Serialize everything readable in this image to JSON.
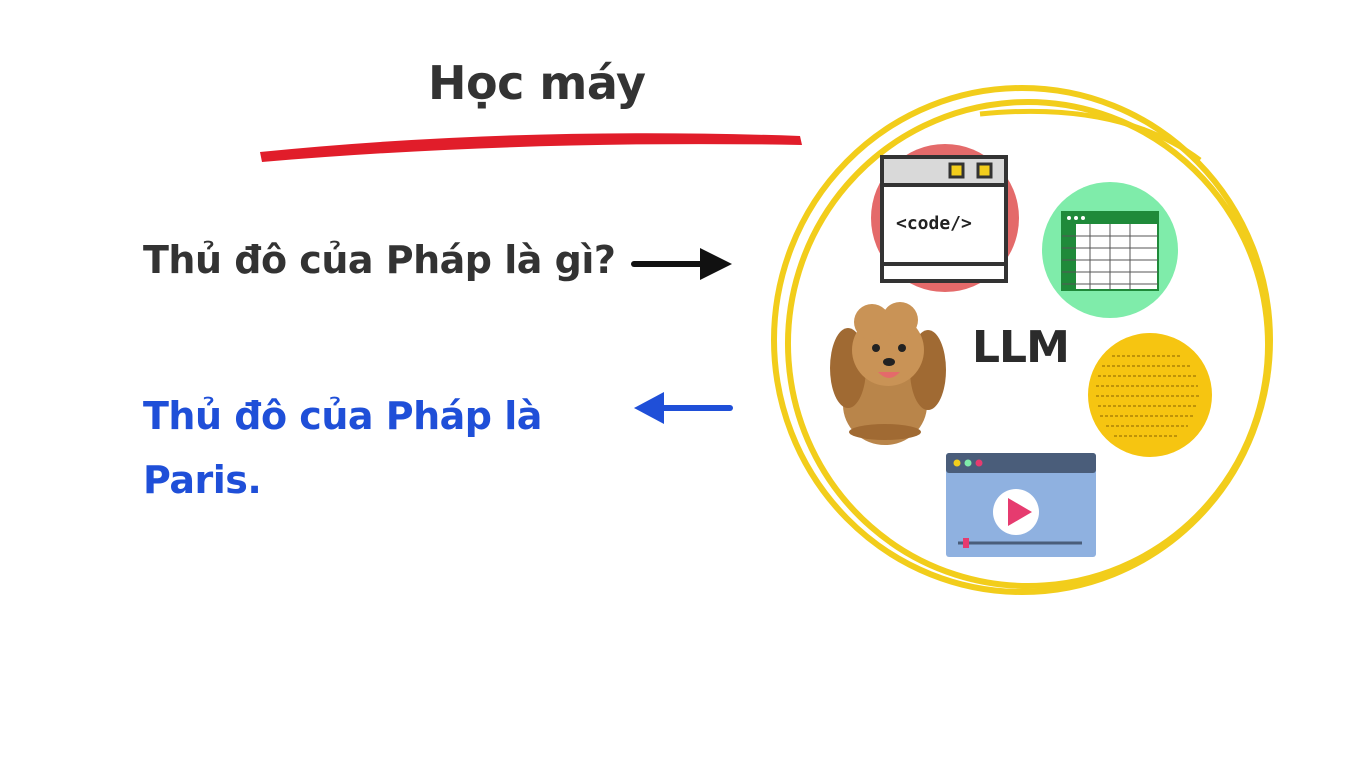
{
  "title": "Học máy",
  "question": "Thủ đô của Pháp là gì?",
  "answer": "Thủ đô của Pháp là Paris.",
  "model_label": "LLM",
  "code_icon_text": "<code/>",
  "icons": {
    "code": "code-window-icon",
    "spreadsheet": "spreadsheet-icon",
    "dog": "dog-photo",
    "notes": "handwritten-notes-icon",
    "video": "video-player-icon"
  },
  "colors": {
    "title_underline": "#e11d2a",
    "circle": "#f2cd1b",
    "question_text": "#333333",
    "answer_text": "#1f4fd8",
    "code_bg": "#e46a6a",
    "sheet_bg": "#7fecaa",
    "notes_bg": "#f6c511",
    "video_bg": "#8fb1e0",
    "play_button": "#e63b6f"
  }
}
